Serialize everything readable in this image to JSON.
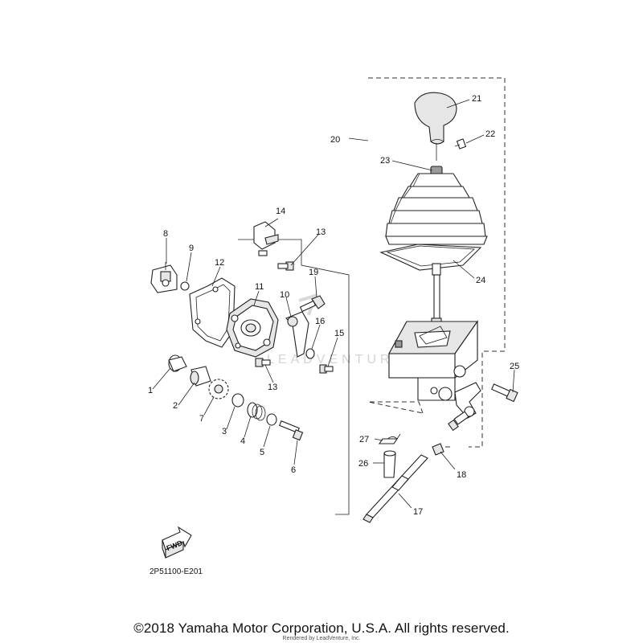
{
  "callouts": [
    {
      "id": "c1",
      "label": "1"
    },
    {
      "id": "c2",
      "label": "2"
    },
    {
      "id": "c3",
      "label": "3"
    },
    {
      "id": "c4",
      "label": "4"
    },
    {
      "id": "c5",
      "label": "5"
    },
    {
      "id": "c6",
      "label": "6"
    },
    {
      "id": "c7",
      "label": "7"
    },
    {
      "id": "c8",
      "label": "8"
    },
    {
      "id": "c9",
      "label": "9"
    },
    {
      "id": "c10",
      "label": "10"
    },
    {
      "id": "c11",
      "label": "11"
    },
    {
      "id": "c12",
      "label": "12"
    },
    {
      "id": "c13a",
      "label": "13"
    },
    {
      "id": "c13b",
      "label": "13"
    },
    {
      "id": "c14",
      "label": "14"
    },
    {
      "id": "c15",
      "label": "15"
    },
    {
      "id": "c16",
      "label": "16"
    },
    {
      "id": "c17",
      "label": "17"
    },
    {
      "id": "c18",
      "label": "18"
    },
    {
      "id": "c19",
      "label": "19"
    },
    {
      "id": "c20",
      "label": "20"
    },
    {
      "id": "c21",
      "label": "21"
    },
    {
      "id": "c22",
      "label": "22"
    },
    {
      "id": "c23",
      "label": "23"
    },
    {
      "id": "c24",
      "label": "24"
    },
    {
      "id": "c25",
      "label": "25"
    },
    {
      "id": "c26",
      "label": "26"
    },
    {
      "id": "c27",
      "label": "27"
    }
  ],
  "fwd_label": "FWD",
  "diagram_code": "2P51100-E201",
  "copyright": "©2018 Yamaha Motor Corporation, U.S.A. All rights reserved.",
  "rendered_by": "Rendered by LeadVenture, Inc.",
  "watermark": "LEADVENTURE"
}
